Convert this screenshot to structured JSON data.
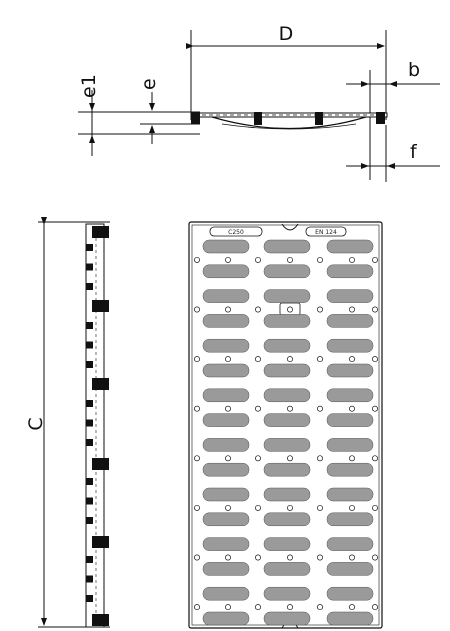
{
  "dimensions": {
    "D": "D",
    "b": "b",
    "e1": "e1",
    "e": "e",
    "f": "f",
    "C": "C"
  },
  "grate": {
    "class_badge": "C250",
    "standard_badge": "EN 124",
    "columns": 3,
    "slot_rows": 16,
    "slot_color": "#9a9a9a"
  },
  "colors": {
    "line": "#1a1a1a",
    "fill_dark": "#111111",
    "slot": "#9a9a9a"
  }
}
